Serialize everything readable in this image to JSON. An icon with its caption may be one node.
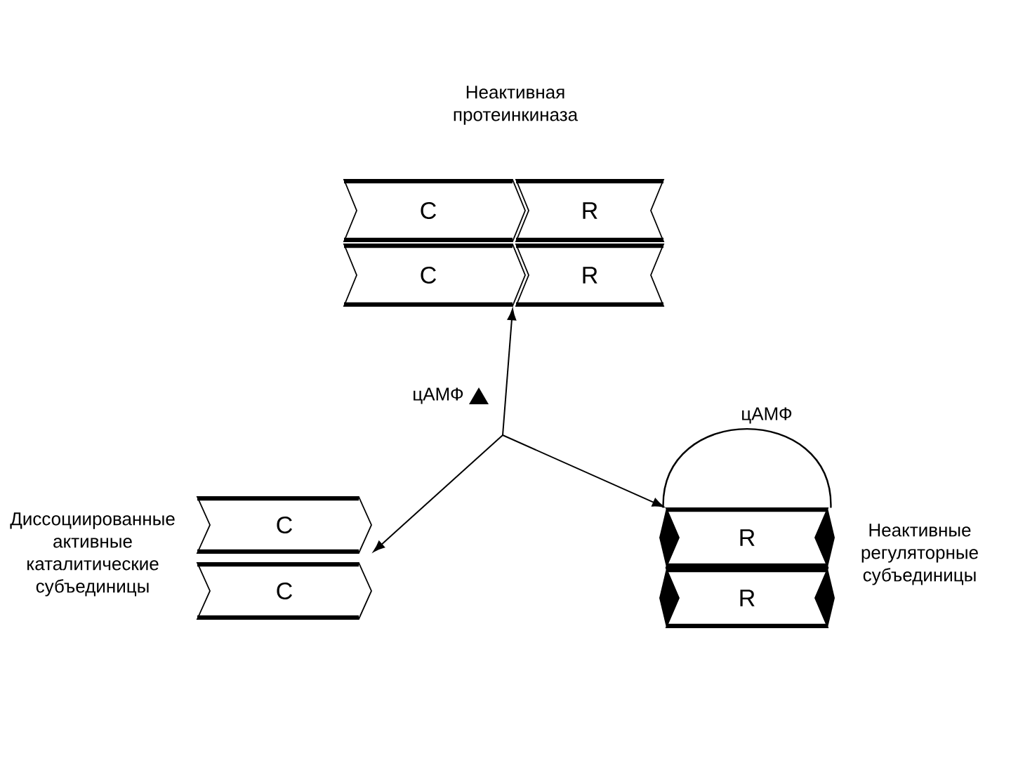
{
  "diagram": {
    "nodes": [
      {
        "text": [
          "C"
        ]
      },
      {
        "text": [
          "R"
        ]
      },
      {
        "text": [
          "C"
        ]
      },
      {
        "text": [
          "R"
        ]
      },
      {
        "text": [
          "C"
        ]
      },
      {
        "text": [
          "C"
        ]
      },
      {
        "text": [
          "R"
        ]
      },
      {
        "text": [
          "R"
        ]
      }
    ],
    "edges": [
      {
        "from": null,
        "to": 2,
        "arrow": "to",
        "label": "цАМФ"
      },
      {
        "from": null,
        "to": 4,
        "arrow": "to"
      },
      {
        "from": null,
        "to": 6,
        "arrow": "to"
      },
      {
        "from": 6,
        "to": 6,
        "arrow": "none",
        "label": "цАМФ"
      }
    ],
    "labels": [
      "Неактивная протеинкиназа",
      "Диссоциированные активные каталитические субъединицы",
      "Неактивные регуляторные субъединицы"
    ]
  }
}
